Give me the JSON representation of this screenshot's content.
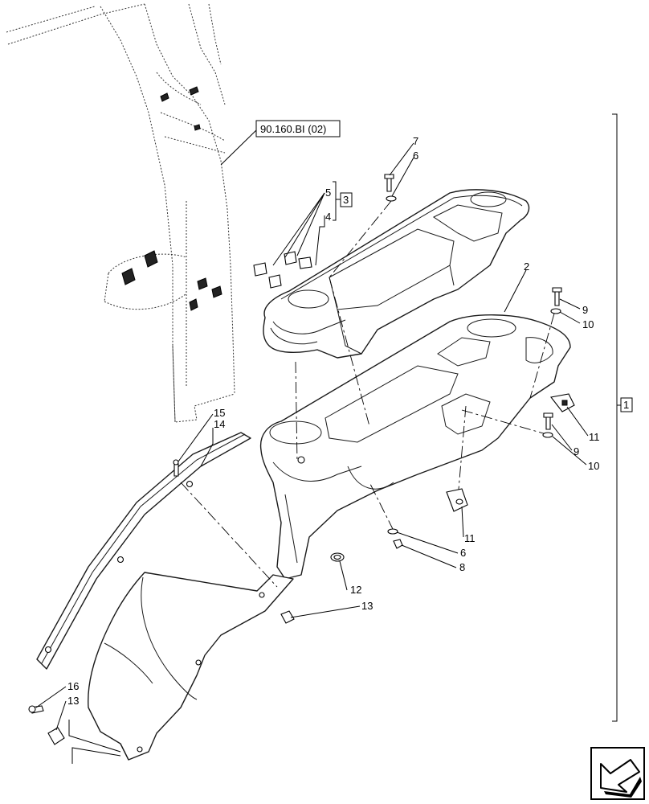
{
  "reference_label": "90.160.BI (02)",
  "callouts": {
    "c1": "1",
    "c2": "2",
    "c3": "3",
    "c4": "4",
    "c5": "5",
    "c6a": "6",
    "c6b": "6",
    "c7": "7",
    "c8": "8",
    "c9a": "9",
    "c9b": "9",
    "c10a": "10",
    "c10b": "10",
    "c11a": "11",
    "c11b": "11",
    "c12": "12",
    "c13a": "13",
    "c13b": "13",
    "c14": "14",
    "c15": "15",
    "c16": "16"
  },
  "nav_icon": "arrow-previous-icon"
}
